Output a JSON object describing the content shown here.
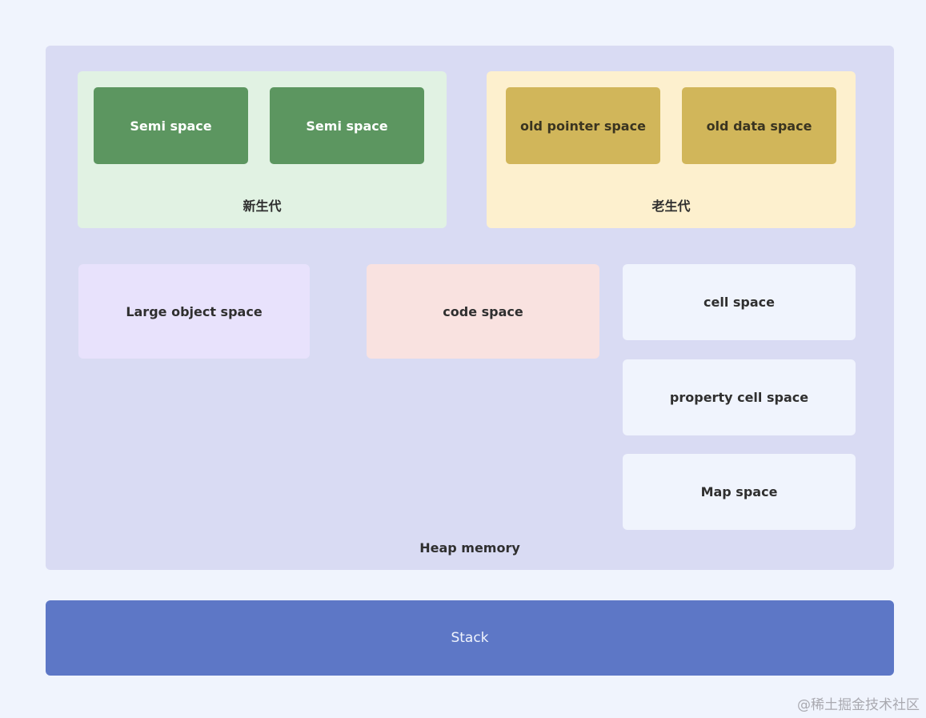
{
  "heap": {
    "label": "Heap memory",
    "young_generation": {
      "label": "新生代",
      "semi_spaces": [
        "Semi space",
        "Semi space"
      ]
    },
    "old_generation": {
      "label": "老生代",
      "spaces": [
        "old pointer space",
        "old data space"
      ]
    },
    "large_object_space": "Large object space",
    "code_space": "code space",
    "cell_space": "cell space",
    "property_cell_space": "property cell space",
    "map_space": "Map space"
  },
  "stack": {
    "label": "Stack"
  },
  "watermark": "@稀土掘金技术社区",
  "colors": {
    "background": "#f0f4fd",
    "heap": "#d9dbf3",
    "young_generation": "#e1f2e3",
    "semi_space": "#5c9660",
    "old_generation": "#fdf0ce",
    "old_space": "#d1b65a",
    "large_object_space": "#e8e2fc",
    "code_space": "#f9e2e0",
    "stack": "#5d77c6"
  }
}
